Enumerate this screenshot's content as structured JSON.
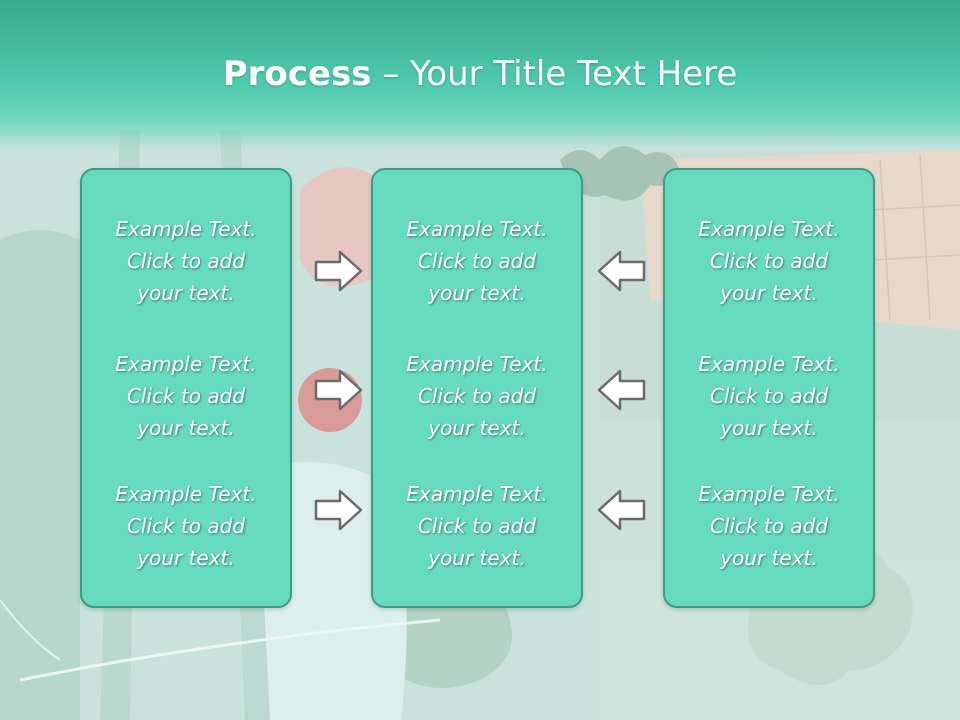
{
  "slide": {
    "title_bold": "Process",
    "title_rest": " – Your Title Text Here"
  },
  "columns": [
    {
      "items": [
        {
          "line1": "Example Text.",
          "line2": "Click  to add",
          "line3": "your text."
        },
        {
          "line1": "Example Text.",
          "line2": "Click  to add",
          "line3": "your text."
        },
        {
          "line1": "Example Text.",
          "line2": "Click  to add",
          "line3": "your text."
        }
      ]
    },
    {
      "items": [
        {
          "line1": "Example Text.",
          "line2": "Click  to add",
          "line3": "your text."
        },
        {
          "line1": "Example Text.",
          "line2": "Click  to add",
          "line3": "your text."
        },
        {
          "line1": "Example Text.",
          "line2": "Click  to add",
          "line3": "your text."
        }
      ]
    },
    {
      "items": [
        {
          "line1": "Example Text.",
          "line2": "Click  to add",
          "line3": "your text."
        },
        {
          "line1": "Example Text.",
          "line2": "Click  to add",
          "line3": "your text."
        },
        {
          "line1": "Example Text.",
          "line2": "Click  to add",
          "line3": "your text."
        }
      ]
    }
  ],
  "arrows": {
    "left_to_mid": "right-arrow-icon",
    "right_to_mid": "left-arrow-icon"
  },
  "colors": {
    "header": "#4ec9ad",
    "panel_fill": "#66dbbf",
    "panel_border": "#3c9c85",
    "text": "#ffffff"
  }
}
